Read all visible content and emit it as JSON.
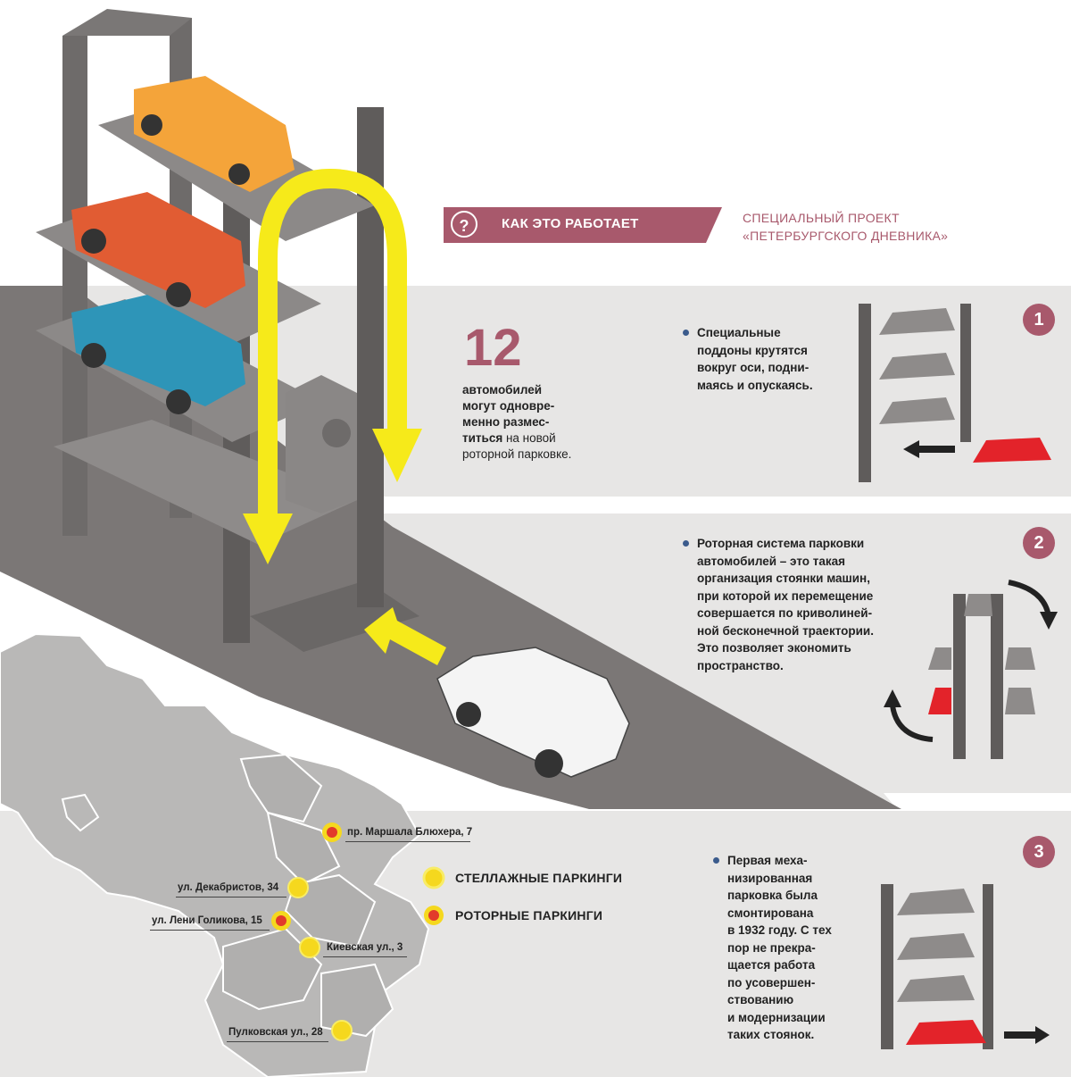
{
  "header": {
    "question_glyph": "?",
    "title": "КАК ЭТО РАБОТАЕТ",
    "project_line1": "СПЕЦИАЛЬНЫЙ ПРОЕКТ",
    "project_line2": "«ПЕТЕРБУРГСКОГО ДНЕВНИКА»"
  },
  "stat": {
    "number": "12",
    "bold_line1": "автомобилей",
    "bold_line2": "могут одновре-",
    "bold_line3": "менно размес-",
    "bold_line4": "титься",
    "normal_tail": " на новой",
    "line5": "роторной парковке."
  },
  "steps": [
    {
      "number": "1",
      "lines": [
        "Специальные",
        "поддоны крутятся",
        "вокруг оси, подни-",
        "маясь и опускаясь."
      ]
    },
    {
      "number": "2",
      "lines": [
        "Роторная система парковки",
        "автомобилей – это такая",
        "организация стоянки машин,",
        "при которой их перемещение",
        "совершается по криволиней-",
        "ной бесконечной траектории.",
        "Это позволяет экономить",
        "пространство."
      ]
    },
    {
      "number": "3",
      "lines": [
        "Первая меха-",
        "низированная",
        "парковка была",
        "смонтирована",
        "в 1932 году. С тех",
        "пор не прекра-",
        "щается работа",
        "по усовершен-",
        "ствованию",
        "и модернизации",
        "таких стоянок."
      ]
    }
  ],
  "legend": [
    {
      "label": "СТЕЛЛАЖНЫЕ ПАРКИНГИ",
      "type": "rack"
    },
    {
      "label": "РОТОРНЫЕ ПАРКИНГИ",
      "type": "rotor"
    }
  ],
  "map_locations": [
    {
      "label": "пр. Маршала Блюхера, 7",
      "type": "rotor"
    },
    {
      "label": "ул. Декабристов, 34",
      "type": "rack"
    },
    {
      "label": "ул. Лени Голикова, 15",
      "type": "rotor"
    },
    {
      "label": "Киевская ул., 3",
      "type": "rack"
    },
    {
      "label": "Пулковская ул., 28",
      "type": "rack"
    }
  ],
  "colors": {
    "accent": "#a8596c",
    "arrow_yellow": "#f6ea1a",
    "marker_yellow": "#f5d81e",
    "marker_red": "#e23a2b",
    "panel_gray": "#e7e6e5",
    "road_gray": "#7b7776",
    "map_gray": "#b9b8b7"
  }
}
